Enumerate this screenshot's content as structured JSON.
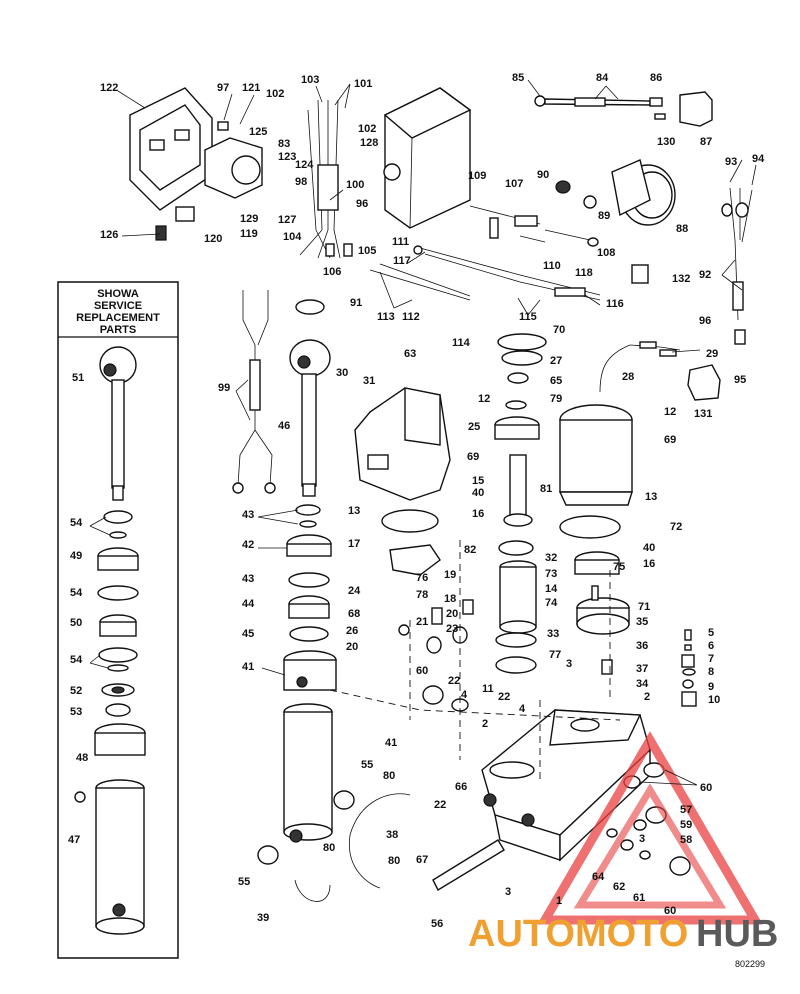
{
  "inset": {
    "title_lines": [
      "SHOWA",
      "SERVICE",
      "REPLACEMENT",
      "PARTS"
    ]
  },
  "watermark": {
    "auto": "AUTOMOTO",
    "hub": "HUB",
    "color_auto": "#f0a030",
    "color_hub": "#5a5a5a",
    "triangle_color": "#e84040"
  },
  "diagram_code": "802299",
  "callouts": [
    "1",
    "2",
    "2",
    "3",
    "3",
    "3",
    "4",
    "4",
    "5",
    "6",
    "7",
    "8",
    "9",
    "10",
    "11",
    "12",
    "12",
    "13",
    "13",
    "13",
    "14",
    "15",
    "16",
    "16",
    "17",
    "18",
    "19",
    "20",
    "20",
    "21",
    "22",
    "22",
    "22",
    "23",
    "24",
    "25",
    "26",
    "27",
    "28",
    "29",
    "30",
    "31",
    "32",
    "33",
    "34",
    "35",
    "36",
    "37",
    "38",
    "39",
    "40",
    "40",
    "41",
    "41",
    "42",
    "43",
    "43",
    "44",
    "45",
    "46",
    "47",
    "48",
    "49",
    "50",
    "51",
    "52",
    "53",
    "54",
    "54",
    "54",
    "55",
    "55",
    "56",
    "57",
    "58",
    "59",
    "60",
    "60",
    "60",
    "61",
    "62",
    "63",
    "64",
    "65",
    "66",
    "67",
    "68",
    "69",
    "69",
    "70",
    "71",
    "72",
    "73",
    "74",
    "75",
    "76",
    "77",
    "78",
    "79",
    "80",
    "80",
    "80",
    "81",
    "82",
    "83",
    "84",
    "85",
    "86",
    "87",
    "88",
    "89",
    "90",
    "91",
    "92",
    "93",
    "94",
    "95",
    "96",
    "96",
    "97",
    "98",
    "99",
    "100",
    "101",
    "102",
    "102",
    "103",
    "104",
    "105",
    "106",
    "107",
    "108",
    "109",
    "110",
    "111",
    "112",
    "113",
    "114",
    "115",
    "116",
    "117",
    "118",
    "119",
    "120",
    "121",
    "122",
    "123",
    "124",
    "125",
    "126",
    "127",
    "128",
    "129",
    "130",
    "131",
    "132"
  ]
}
